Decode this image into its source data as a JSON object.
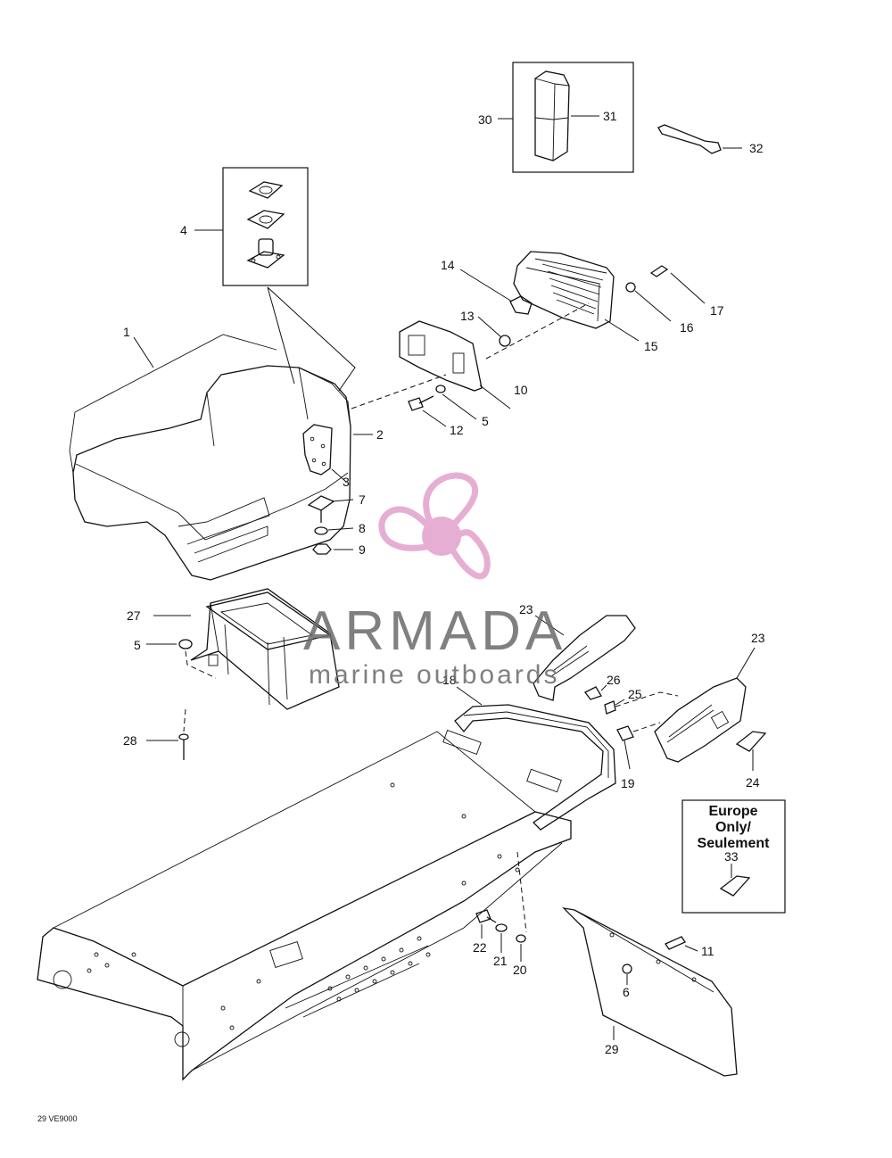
{
  "callouts": {
    "c1": "1",
    "c2": "2",
    "c3": "3",
    "c4": "4",
    "c5a": "5",
    "c5b": "5",
    "c6": "6",
    "c7": "7",
    "c8": "8",
    "c9": "9",
    "c10": "10",
    "c11": "11",
    "c12": "12",
    "c13": "13",
    "c14": "14",
    "c15": "15",
    "c16": "16",
    "c17": "17",
    "c18": "18",
    "c19": "19",
    "c20": "20",
    "c21": "21",
    "c22": "22",
    "c23a": "23",
    "c23b": "23",
    "c24": "24",
    "c25": "25",
    "c26": "26",
    "c27": "27",
    "c28": "28",
    "c29": "29",
    "c30": "30",
    "c31": "31",
    "c32": "32",
    "c33": "33"
  },
  "note": {
    "line1": "Europe",
    "line2": "Only/",
    "line3": "Seulement"
  },
  "watermark": {
    "brand": "ARMADA",
    "tagline": "marine outboards",
    "logo": "propeller-logo",
    "logo_color": "#e4a6cf",
    "text_color": "#6b6b6b"
  },
  "figure_ref": "29 VE9000"
}
